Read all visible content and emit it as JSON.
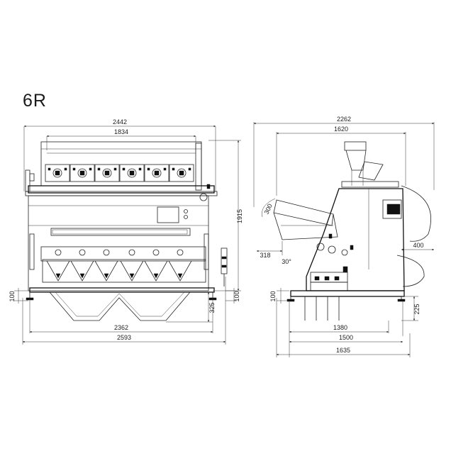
{
  "title": "6R",
  "front_view": {
    "overall_width_top": "2442",
    "chute_width_top": "1834",
    "bottom_inner_width": "2362",
    "bottom_overall_width": "2593",
    "height": "1915",
    "foot_height_left": "100",
    "foot_height_right": "100",
    "base_height": "325"
  },
  "side_view": {
    "overall_depth_top": "2262",
    "hopper_depth": "1620",
    "right_offset": "400",
    "chute_angle_label": "300",
    "left_offset": "318",
    "angle": "30°",
    "foot_height": "100",
    "base_height_right": "225",
    "base_inner": "1380",
    "base_mid": "1500",
    "base_overall": "1635"
  }
}
